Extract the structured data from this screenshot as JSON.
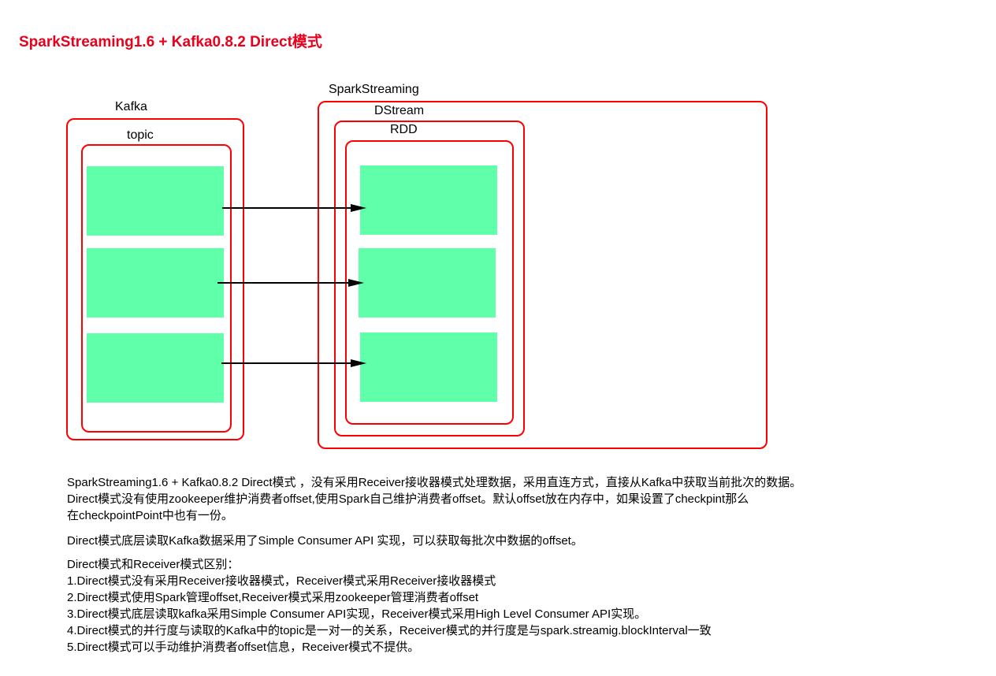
{
  "title": "SparkStreaming1.6 + Kafka0.8.2 Direct模式",
  "diagram": {
    "kafka_label": "Kafka",
    "topic_label": "topic",
    "sparkstreaming_label": "SparkStreaming",
    "dstream_label": "DStream",
    "rdd_label": "RDD",
    "colors": {
      "container_border": "#ff0000",
      "partition_fill": "#60ffaa",
      "arrow": "#000000"
    }
  },
  "text": {
    "para1": [
      "SparkStreaming1.6 + Kafka0.8.2 Direct模式 ，没有采用Receiver接收器模式处理数据，采用直连方式，直接从Kafka中获取当前批次的数据。",
      "Direct模式没有使用zookeeper维护消费者offset,使用Spark自己维护消费者offset。默认offset放在内存中，如果设置了checkpint那么",
      "在checkpointPoint中也有一份。"
    ],
    "para2": "Direct模式底层读取Kafka数据采用了Simple Consumer API 实现，可以获取每批次中数据的offset。",
    "para3": [
      "Direct模式和Receiver模式区别：",
      "1.Direct模式没有采用Receiver接收器模式，Receiver模式采用Receiver接收器模式",
      "2.Direct模式使用Spark管理offset,Receiver模式采用zookeeper管理消费者offset",
      "3.Direct模式底层读取kafka采用Simple Consumer API实现，Receiver模式采用High Level Consumer API实现。",
      "4.Direct模式的并行度与读取的Kafka中的topic是一对一的关系，Receiver模式的并行度是与spark.streamig.blockInterval一致",
      "5.Direct模式可以手动维护消费者offset信息，Receiver模式不提供。"
    ]
  }
}
